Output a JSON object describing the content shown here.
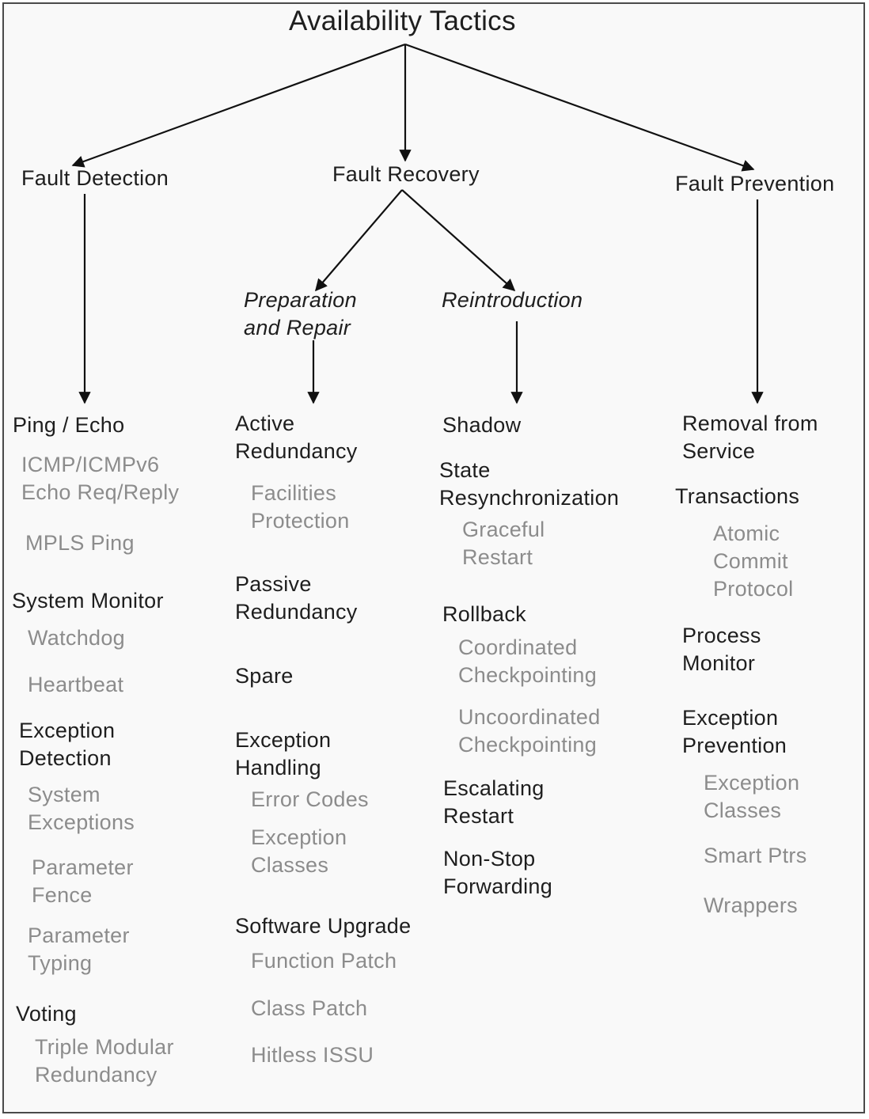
{
  "title": "Availability Tactics",
  "categories": {
    "detection": "Fault Detection",
    "recovery": "Fault Recovery",
    "prevention": "Fault Prevention"
  },
  "subcategories": {
    "preparation": [
      "Preparation",
      "and Repair"
    ],
    "reintroduction": [
      "Reintroduction"
    ]
  },
  "detection": {
    "ping_echo": [
      "Ping / Echo"
    ],
    "icmp": [
      "ICMP/ICMPv6",
      "Echo Req/Reply"
    ],
    "mpls": [
      "MPLS Ping"
    ],
    "system_monitor": [
      "System Monitor"
    ],
    "watchdog": [
      "Watchdog"
    ],
    "heartbeat": [
      "Heartbeat"
    ],
    "exception_detection": [
      "Exception",
      "Detection"
    ],
    "system_exceptions": [
      "System",
      "Exceptions"
    ],
    "parameter_fence": [
      "Parameter",
      "Fence"
    ],
    "parameter_typing": [
      "Parameter",
      "Typing"
    ],
    "voting": [
      "Voting"
    ],
    "tmr": [
      "Triple Modular",
      "Redundancy"
    ]
  },
  "preparation": {
    "active_redundancy": [
      "Active",
      "Redundancy"
    ],
    "facilities_protection": [
      "Facilities",
      "Protection"
    ],
    "passive_redundancy": [
      "Passive",
      "Redundancy"
    ],
    "spare": [
      "Spare"
    ],
    "exception_handling": [
      "Exception",
      "Handling"
    ],
    "error_codes": [
      "Error Codes"
    ],
    "exception_classes": [
      "Exception",
      "Classes"
    ],
    "software_upgrade": [
      "Software Upgrade"
    ],
    "function_patch": [
      "Function Patch"
    ],
    "class_patch": [
      "Class Patch"
    ],
    "hitless_issu": [
      "Hitless ISSU"
    ]
  },
  "reintroduction": {
    "shadow": [
      "Shadow"
    ],
    "state_resync": [
      "State",
      "Resynchronization"
    ],
    "graceful_restart": [
      "Graceful",
      "Restart"
    ],
    "rollback": [
      "Rollback"
    ],
    "coordinated": [
      "Coordinated",
      "Checkpointing"
    ],
    "uncoordinated": [
      "Uncoordinated",
      "Checkpointing"
    ],
    "escalating_restart": [
      "Escalating",
      "Restart"
    ],
    "nsf": [
      "Non-Stop",
      "Forwarding"
    ]
  },
  "prevention": {
    "removal": [
      "Removal from",
      "Service"
    ],
    "transactions": [
      "Transactions"
    ],
    "atomic_commit": [
      "Atomic",
      "Commit",
      "Protocol"
    ],
    "process_monitor": [
      "Process",
      "Monitor"
    ],
    "exception_prevention": [
      "Exception",
      "Prevention"
    ],
    "exception_classes": [
      "Exception",
      "Classes"
    ],
    "smart_ptrs": [
      "Smart Ptrs"
    ],
    "wrappers": [
      "Wrappers"
    ]
  }
}
